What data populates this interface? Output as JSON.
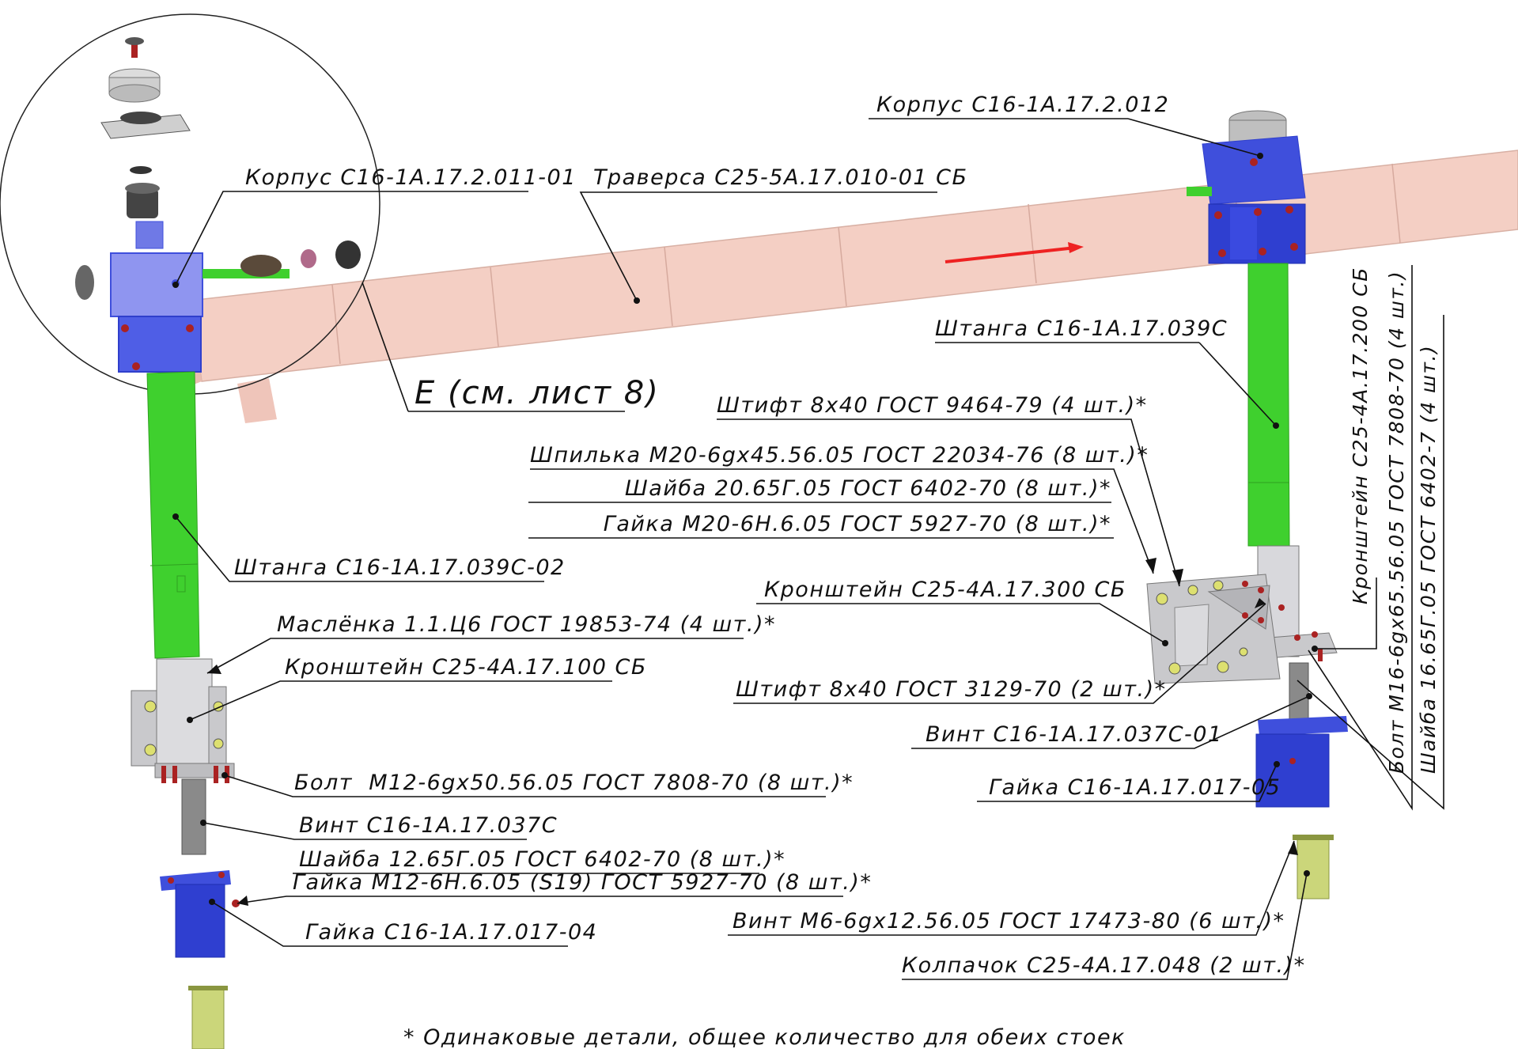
{
  "labels": {
    "korpus_left": "Корпус С16-1А.17.2.011-01",
    "traversa": "Траверса С25-5А.17.010-01 СБ",
    "korpus_right": "Корпус С16-1А.17.2.012",
    "shtanga_right": "Штанга С16-1А.17.039С",
    "view_e": "Е (см. лист 8)",
    "shtift_9464": "Штифт 8х40 ГОСТ 9464-79 (4 шт.)*",
    "shpilka": "Шпилька М20-6gх45.56.05 ГОСТ 22034-76 (8 шт.)*",
    "shaiba_20": "Шайба 20.65Г.05 ГОСТ 6402-70 (8 шт.)*",
    "gaika_m20": "Гайка М20-6Н.6.05 ГОСТ 5927-70 (8 шт.)*",
    "shtanga_left": "Штанга С16-1А.17.039С-02",
    "kronshtein_300": "Кронштейн С25-4А.17.300 СБ",
    "maslenka": "Маслёнка 1.1.Ц6 ГОСТ 19853-74 (4 шт.)*",
    "kronshtein_100": "Кронштейн С25-4А.17.100 СБ",
    "shtift_3129": "Штифт 8х40 ГОСТ 3129-70 (2 шт.)*",
    "vint_037c01": "Винт С16-1А.17.037С-01",
    "bolt_m12": "Болт  М12-6gх50.56.05 ГОСТ 7808-70 (8 шт.)*",
    "gaika_017_05": "Гайка С16-1А.17.017-05",
    "vint_037c": "Винт С16-1А.17.037С",
    "shaiba_12": "Шайба 12.65Г.05 ГОСТ 6402-70 (8 шт.)*",
    "gaika_m12": "Гайка М12-6Н.6.05 (S19) ГОСТ 5927-70 (8 шт.)*",
    "gaika_017_04": "Гайка С16-1А.17.017-04",
    "vint_m6": "Винт М6-6gх12.56.05 ГОСТ 17473-80 (6 шт.)*",
    "kolpachok": "Колпачок С25-4А.17.048 (2 шт.)*",
    "kronshtein_200": "Кронштейн С25-4А.17.200 СБ",
    "bolt_m16": "Болт М16-6gх65.56.05 ГОСТ 7808-70 (4 шт.)",
    "shaiba_16": "Шайба 16.65Г.05 ГОСТ 6402-7 (4 шт.)"
  },
  "footnote": "* Одинаковые детали, общее количество для обеих стоек",
  "colors": {
    "traverse": "#f4cfc4",
    "housing": "#3f4fdc",
    "housing_light": "#8f95f0",
    "rod": "#3fd02e",
    "bracket": "#c9c9cc",
    "cap": "#cbd67a",
    "arrow": "#ee2222"
  }
}
